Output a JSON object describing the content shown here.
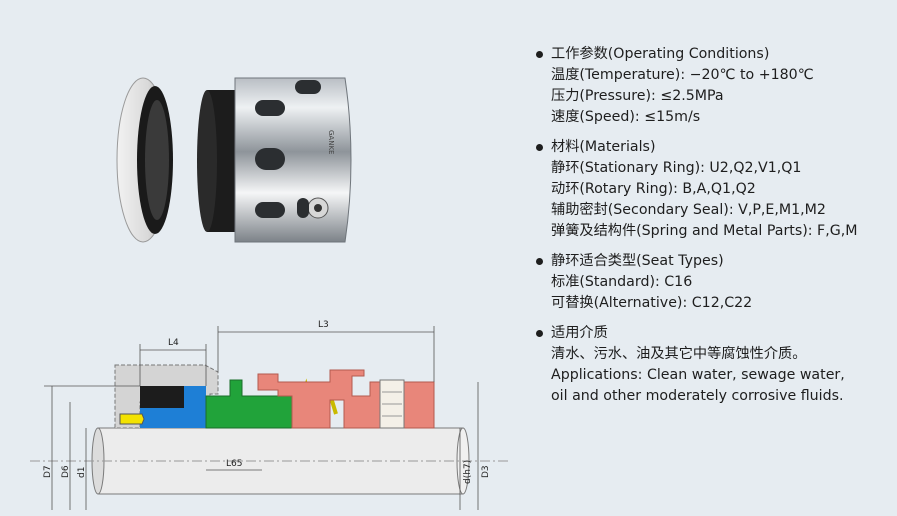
{
  "specs": [
    {
      "heading": "工作参数(Operating Conditions)",
      "lines": [
        "温度(Temperature): −20℃ to +180℃",
        "压力(Pressure): ≤2.5MPa",
        "速度(Speed): ≤15m/s"
      ]
    },
    {
      "heading": "材料(Materials)",
      "lines": [
        "静环(Stationary Ring): U2,Q2,V1,Q1",
        "动环(Rotary Ring): B,A,Q1,Q2",
        "辅助密封(Secondary Seal): V,P,E,M1,M2",
        "弹簧及结构件(Spring and Metal Parts): F,G,M"
      ]
    },
    {
      "heading": "静环适合类型(Seat Types)",
      "lines": [
        "标准(Standard): C16",
        "可替换(Alternative): C12,C22"
      ]
    },
    {
      "heading": "适用介质",
      "lines": [
        "清水、污水、油及其它中等腐蚀性介质。",
        "Applications: Clean water, sewage water,",
        "oil and other moderately corrosive fluids."
      ]
    }
  ],
  "dimensions": {
    "l4": "L4",
    "l3": "L3",
    "l65": "L65",
    "d7": "D7",
    "d6": "D6",
    "d1": "d1",
    "dh7": "d(h7)",
    "d3": "D3"
  },
  "colors": {
    "background": "#e6ecf1",
    "housing": "#d4d4d4",
    "seat_black": "#1c1c1c",
    "seat_blue": "#1e7fd6",
    "rotary_green": "#21a33a",
    "spring_yellow": "#f3e200",
    "retainer_salmon": "#e8867a"
  },
  "photo": {
    "brand_mark": "GANKE"
  }
}
